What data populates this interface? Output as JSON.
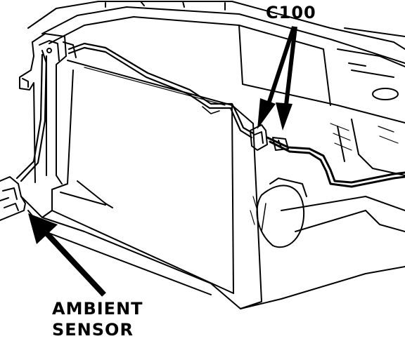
{
  "labels": {
    "connector": "C100",
    "sensor_line1": "AMBIENT",
    "sensor_line2": "SENSOR"
  },
  "colors": {
    "ink": "#000000",
    "paper": "#ffffff"
  }
}
